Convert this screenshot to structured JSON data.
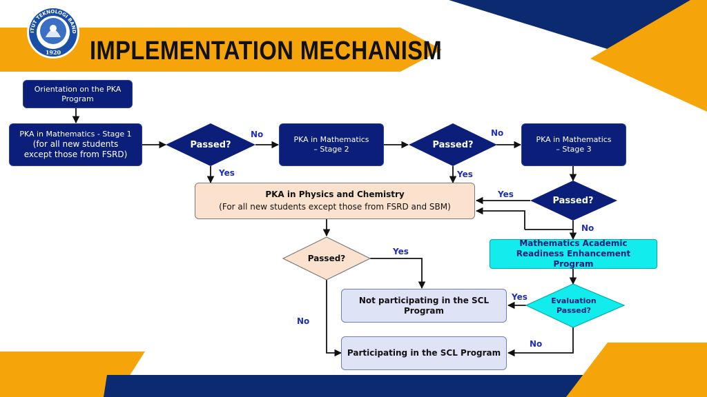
{
  "header": {
    "title": "IMPLEMENTATION MECHANISM",
    "logo_ring_text": "INSTITUT TEKNOLOGI BANDUNG",
    "logo_year": "1920"
  },
  "colors": {
    "navy": "#0b1f7a",
    "orange": "#f5a40a",
    "peach": "#fbe2cf",
    "cyan": "#12ecec",
    "lavender": "#dfe3f6",
    "label_blue": "#1f2fb4"
  },
  "nodes": {
    "orientation": "Orientation on the PKA Program",
    "math1_line1": "PKA in Mathematics - Stage 1",
    "math1_line2": "(for all new students except those from FSRD)",
    "decision1": "Passed?",
    "math2": "PKA in Mathematics  – Stage 2",
    "decision2": "Passed?",
    "math3": "PKA in Mathematics  – Stage 3",
    "decision3": "Passed?",
    "physchem_line1": "PKA in Physics and Chemistry",
    "physchem_line2": "(For all new students except those from FSRD and SBM)",
    "decision4": "Passed?",
    "readiness": "Mathematics Academic Readiness Enhancement Program",
    "evaluation": "Evaluation Passed?",
    "not_participating": "Not participating in the SCL Program",
    "participating": "Participating in the SCL Program"
  },
  "labels": {
    "yes": "Yes",
    "no": "No"
  }
}
